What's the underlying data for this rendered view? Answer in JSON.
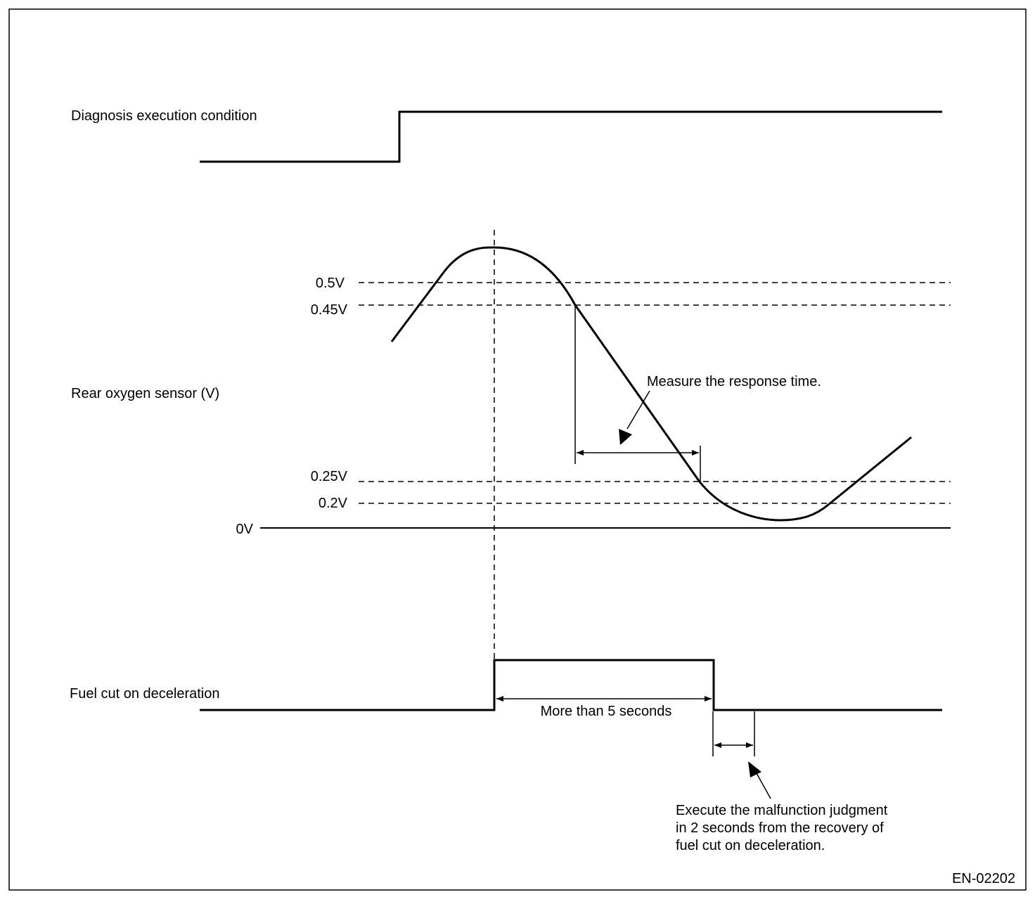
{
  "labels": {
    "diagnosis_condition": "Diagnosis execution condition",
    "rear_o2_sensor": "Rear oxygen sensor (V)",
    "fuel_cut": "Fuel cut on deceleration"
  },
  "voltage_levels": [
    "0.5V",
    "0.45V",
    "0.25V",
    "0.2V",
    "0V"
  ],
  "annotations": {
    "response_time": "Measure the response time.",
    "duration": "More than 5 seconds",
    "judgment_line1": "Execute the malfunction judgment",
    "judgment_line2": "in 2 seconds from the recovery of",
    "judgment_line3": "fuel cut on deceleration."
  },
  "figure_code": "EN-02202",
  "colors": {
    "line": "#000000",
    "background": "#ffffff"
  }
}
